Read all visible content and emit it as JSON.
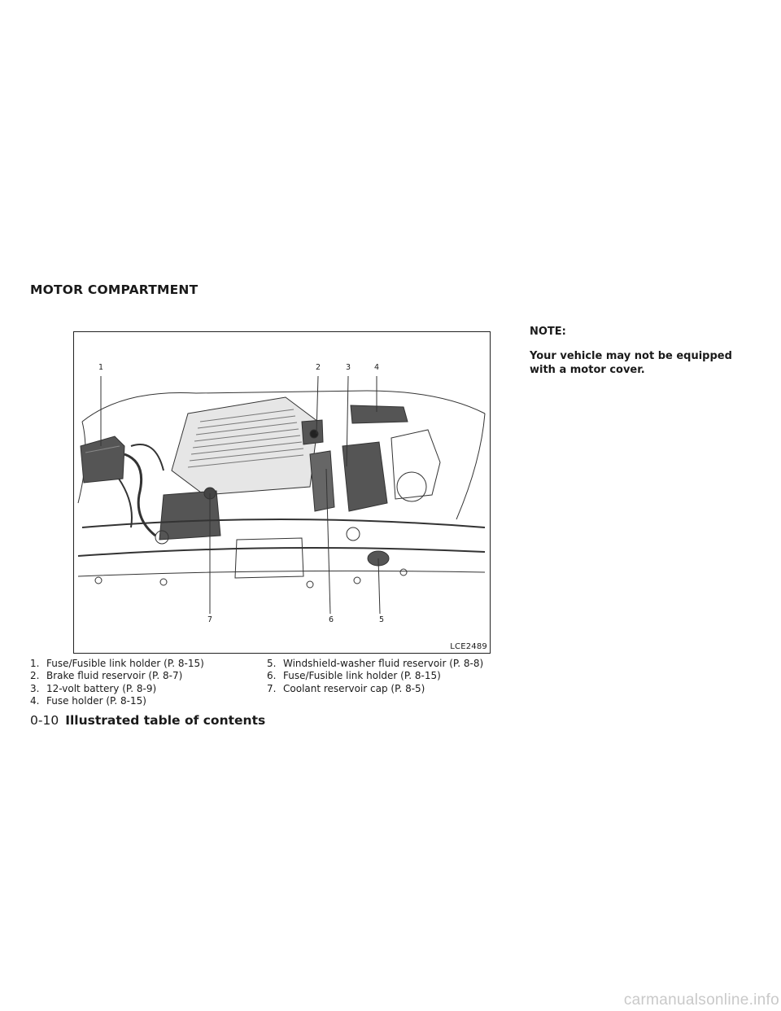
{
  "section": {
    "title": "MOTOR COMPARTMENT"
  },
  "figure": {
    "code": "LCE2489",
    "callouts": [
      "1",
      "2",
      "3",
      "4",
      "5",
      "6",
      "7"
    ]
  },
  "note": {
    "heading": "NOTE:",
    "text": "Your vehicle may not be equipped with a motor cover."
  },
  "legend": {
    "left": [
      {
        "num": "1.",
        "text": "Fuse/Fusible link holder (P. 8-15)"
      },
      {
        "num": "2.",
        "text": "Brake fluid reservoir (P. 8-7)"
      },
      {
        "num": "3.",
        "text": "12-volt battery (P. 8-9)"
      },
      {
        "num": "4.",
        "text": "Fuse holder (P. 8-15)"
      }
    ],
    "right": [
      {
        "num": "5.",
        "text": "Windshield-washer fluid reservoir (P. 8-8)"
      },
      {
        "num": "6.",
        "text": "Fuse/Fusible link holder (P. 8-15)"
      },
      {
        "num": "7.",
        "text": "Coolant reservoir cap (P. 8-5)"
      }
    ]
  },
  "footer": {
    "page": "0-10",
    "title": "Illustrated table of contents"
  },
  "watermark": "carmanualsonline.info"
}
